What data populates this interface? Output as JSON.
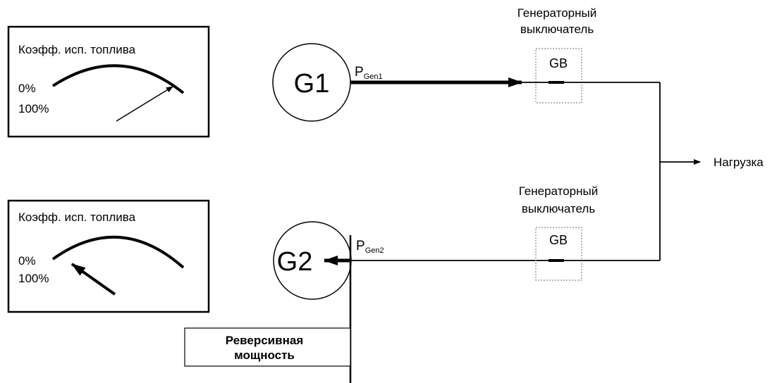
{
  "gauges": [
    {
      "title": "Коэфф. исп. топлива",
      "min_label": "0%",
      "max_label": "100%"
    },
    {
      "title": "Коэфф. исп. топлива",
      "min_label": "0%",
      "max_label": "100%"
    }
  ],
  "generators": [
    {
      "label": "G1",
      "power_symbol": "P",
      "power_subscript": "Gen1"
    },
    {
      "label": "G2",
      "power_symbol": "P",
      "power_subscript": "Gen2"
    }
  ],
  "breakers": [
    {
      "caption_line1": "Генераторный",
      "caption_line2": "выключатель",
      "label": "GB"
    },
    {
      "caption_line1": "Генераторный",
      "caption_line2": "выключатель",
      "label": "GB"
    }
  ],
  "load": {
    "label": "Нагрузка"
  },
  "reverse_power": {
    "line1": "Реверсивная",
    "line2": "мощность"
  },
  "colors": {
    "line": "#000000",
    "breaker_border": "#888888",
    "background": "#ffffff"
  }
}
